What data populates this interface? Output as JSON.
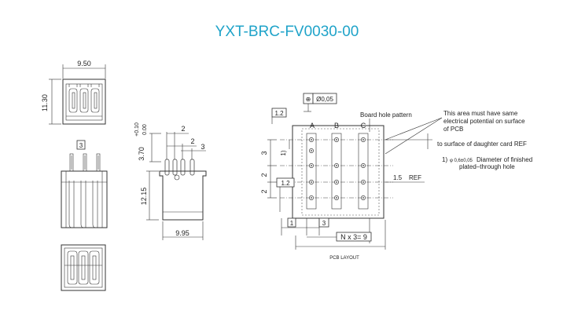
{
  "title": "YXT-BRC-FV0030-00",
  "top_view": {
    "width": "9.50",
    "height": "11.30"
  },
  "front_view": {
    "pin_label": "3"
  },
  "side_view": {
    "tol": "3.70",
    "tol_upper": "+0.10",
    "tol_lower": "0.00",
    "pitch_top": "2",
    "pitch_mid": "2",
    "pin_num": "3",
    "height": "12.15",
    "width": "9.95"
  },
  "pcb": {
    "position_tol": "Ø0,05",
    "offset": "1.2",
    "offset2": "1.2",
    "col_a": "A",
    "col_b": "B",
    "col_c": "C",
    "board_hole_label": "Board hole pattern",
    "note1_l1": "This area must have same",
    "note1_l2": "electrical potential on surface",
    "note1_l3": "of PCB",
    "note2": "to surface of daughter card REF",
    "note3_prefix": "1)",
    "note3_sym": "φ 0,6±0,05",
    "note3_l1": "Diameter of finished",
    "note3_l2": "plated–through hole",
    "ref": "1.5",
    "ref_word": "REF",
    "row_pitch": "3",
    "hole_pitch_1": "2",
    "hole_pitch_2": "2",
    "note_marker": "1)",
    "bottom_1": "1",
    "bottom_3": "3",
    "nx": "N x 3= 9",
    "layout_label": "PCB LAYOUT"
  }
}
